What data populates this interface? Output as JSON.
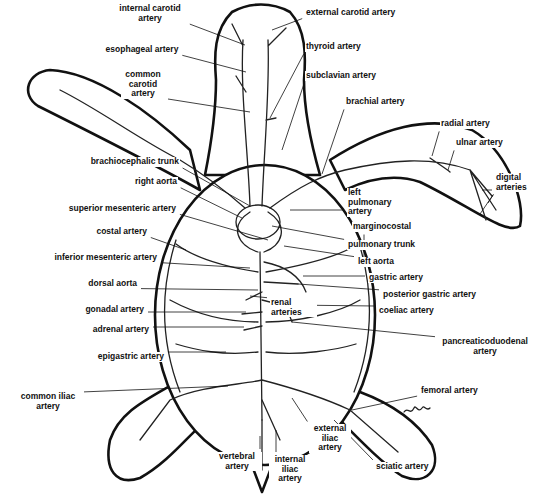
{
  "diagram": {
    "labels": [
      "internal carotid artery",
      "external carotid artery",
      "esophageal artery",
      "thyroid artery",
      "common carotid artery",
      "subclavian artery",
      "brachial artery",
      "radial artery",
      "ulnar artery",
      "digital arteries",
      "brachiocephalic trunk",
      "right aorta",
      "left pulmonary artery",
      "superior mesenteric artery",
      "marginocostal",
      "costal artery",
      "pulmonary trunk",
      "inferior mesenteric artery",
      "left aorta",
      "gastric artery",
      "dorsal aorta",
      "posterior gastric artery",
      "gonadal artery",
      "renal arteries",
      "coeliac artery",
      "adrenal artery",
      "pancreaticoduodenal artery",
      "epigastric artery",
      "common iliac artery",
      "femoral artery",
      "vertebral artery",
      "external iliac artery",
      "internal iliac artery",
      "sciatic artery"
    ]
  }
}
